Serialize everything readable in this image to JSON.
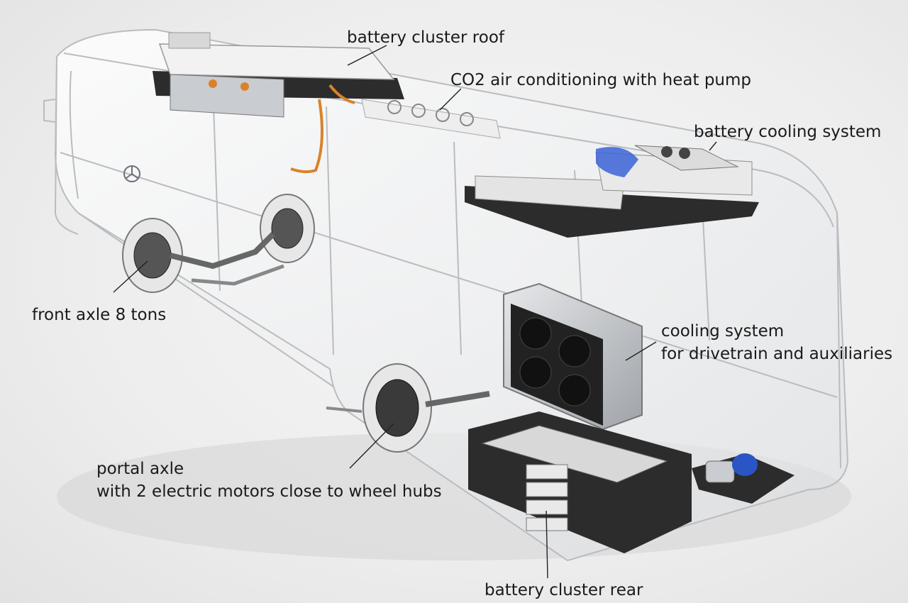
{
  "labels": {
    "battery_cluster_roof": {
      "text": "battery cluster roof"
    },
    "co2_air_conditioning": {
      "text": "CO2 air conditioning with heat pump"
    },
    "battery_cooling_system": {
      "text": "battery cooling system"
    },
    "front_axle": {
      "text": "front axle 8 tons"
    },
    "cooling_system": {
      "line1": "cooling system",
      "line2": "for drivetrain and auxiliaries"
    },
    "portal_axle": {
      "line1": "portal axle",
      "line2": "with 2 electric motors close to wheel hubs"
    },
    "battery_cluster_rear": {
      "text": "battery cluster rear"
    }
  },
  "colors": {
    "background": "#ececec",
    "bus_outline": "#b9bcc0",
    "component_dark": "#2c2c2c",
    "component_metal": "#c9ccd0",
    "cable_orange": "#d9822b",
    "coolant_blue": "#3b63d6",
    "pump_blue": "#2a55c4",
    "leader_line": "#222222"
  },
  "icons": {
    "emblem": "mercedes-star-icon"
  }
}
